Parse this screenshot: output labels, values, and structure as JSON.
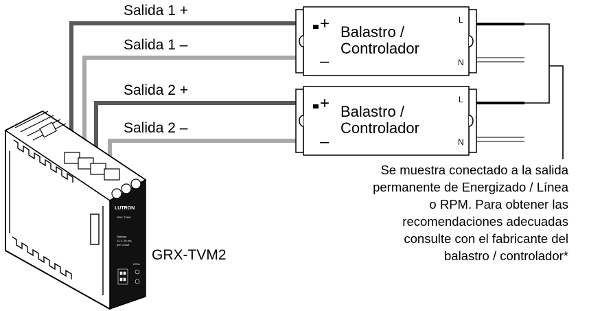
{
  "wire_labels": {
    "out1_plus": "Salida 1 +",
    "out1_minus": "Salida 1 –",
    "out2_plus": "Salida 2 +",
    "out2_minus": "Salida 2 –"
  },
  "ballast_1": {
    "name_line1": "Balastro /",
    "name_line2": "Controlador",
    "plus": "+",
    "minus": "–",
    "terminal_l": "L",
    "terminal_n": "N"
  },
  "ballast_2": {
    "name_line1": "Balastro /",
    "name_line2": "Controlador",
    "plus": "+",
    "minus": "–",
    "terminal_l": "L",
    "terminal_n": "N"
  },
  "device": {
    "name": "GRX-TVM2",
    "brand": "LUTRON",
    "model_small": "GRX-TVM2",
    "ratings_small": [
      "Ratings:",
      "12 V, 30 mA",
      "per Circuit"
    ],
    "leds_small": "LEDs"
  },
  "note": [
    "Se muestra conectado a la salida",
    "permanente de Energizado / Línea",
    "o RPM. Para obtener las",
    "recomendaciones adecuadas",
    "consulte con el fabricante del",
    "balastro / controlador*"
  ],
  "colors": {
    "wire_dark": "#585858",
    "wire_light": "#a8a8a8",
    "line_wire": "#000000",
    "outline": "#000000"
  }
}
